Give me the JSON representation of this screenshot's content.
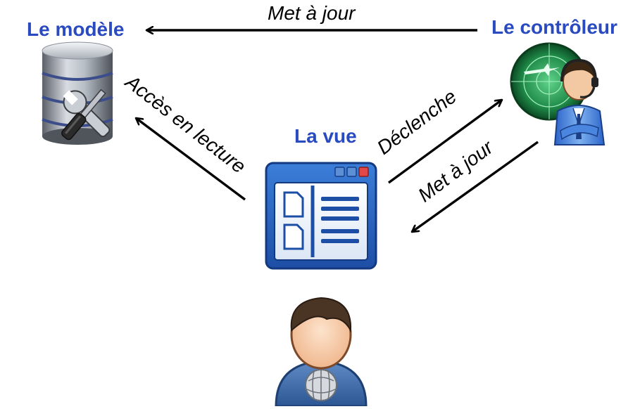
{
  "nodes": {
    "model": {
      "title": "Le modèle",
      "icon": "database-tools-icon"
    },
    "controller": {
      "title": "Le contrôleur",
      "icon": "air-traffic-controller-icon"
    },
    "view": {
      "title": "La vue",
      "icon": "application-window-icon"
    },
    "user": {
      "icon": "user-avatar-icon"
    }
  },
  "edges": {
    "controller_to_model": "Met à jour",
    "view_to_model": "Accès en lecture",
    "view_to_controller": "Déclenche",
    "controller_to_view": "Met à jour"
  },
  "colors": {
    "title": "#2a4bc0",
    "arrow": "#000000"
  }
}
